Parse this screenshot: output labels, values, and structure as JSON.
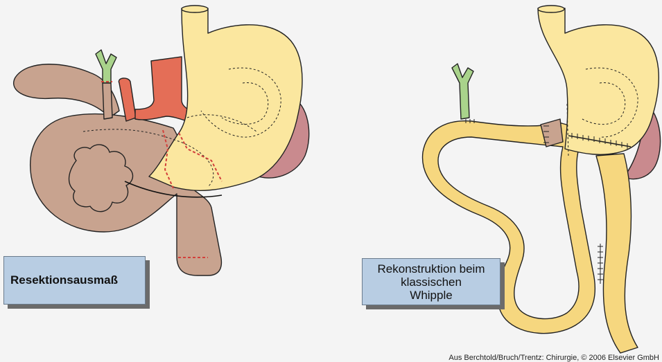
{
  "labels": {
    "resection": "Resektionsausmaß",
    "reconstruction": [
      "Rekonstruktion beim",
      "klassischen",
      "Whipple"
    ]
  },
  "caption": "Aus Berchtold/Bruch/Trentz: Chirurgie, © 2006 Elsevier GmbH",
  "colors": {
    "background": "#f4f4f4",
    "stomach": "#fbe79f",
    "intestine": "#f6d77f",
    "duodenum_pancreas": "#c8a38f",
    "bile_duct": "#a9d38b",
    "vessels": "#e46e57",
    "spleen": "#c98a8e",
    "resection_line": "#d2403b",
    "label_box": "#b8cde3"
  }
}
